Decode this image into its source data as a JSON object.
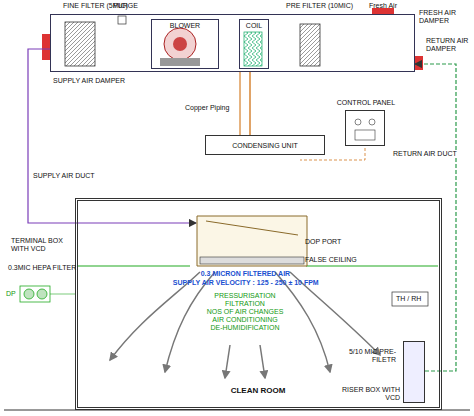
{
  "diagram": {
    "nodes": [
      {
        "text": [
          "FINE FILTER (5MIC)",
          "PURGE",
          "PRE FILTER (10MIC)",
          "Fresh Air",
          "FRESH AIR DAMPER",
          "RETURN AIR DAMPER",
          "SUPPLY AIR DAMPER"
        ]
      },
      {
        "text": [
          "BLOWER"
        ],
        "in": 0
      },
      {
        "text": [
          "COIL"
        ],
        "in": 0
      },
      {
        "text": [
          "CONTROL PANEL"
        ]
      },
      {
        "text": [
          "CONDENSING UNIT"
        ]
      },
      {
        "text": [
          "CLEAN ROOM"
        ]
      },
      {
        "text": [
          "TERMINAL BOX WITH VCD"
        ],
        "in": 5
      },
      {
        "text": [
          "RISER BOX WITH VCD"
        ],
        "in": 5
      }
    ],
    "edges": [
      {
        "from": 0,
        "to": 6,
        "label": "SUPPLY AIR DUCT",
        "arrow": "to"
      },
      {
        "from": 7,
        "to": 0,
        "label": "RETURN AIR DUCT",
        "arrow": "to"
      },
      {
        "from": 0,
        "to": 4,
        "label": "Copper Piping",
        "arrow": "none"
      }
    ],
    "labels": [
      "DOP PORT",
      "FALSE CEILING",
      "0.3MIC HEPA FILTER",
      "0.3 MICRON FILTERED AIR",
      "SUPPLY AIR VELOCITY : 125 - 250 ± 10 FPM",
      "PRESSURISATION",
      "FILTRATION",
      "NOS OF AIR CHANGES",
      "AIR CONDITIONING",
      "DE-HUMIDIFICATION",
      "TH / RH",
      "DP",
      "5/10 MIC PRE-FILETR"
    ]
  }
}
